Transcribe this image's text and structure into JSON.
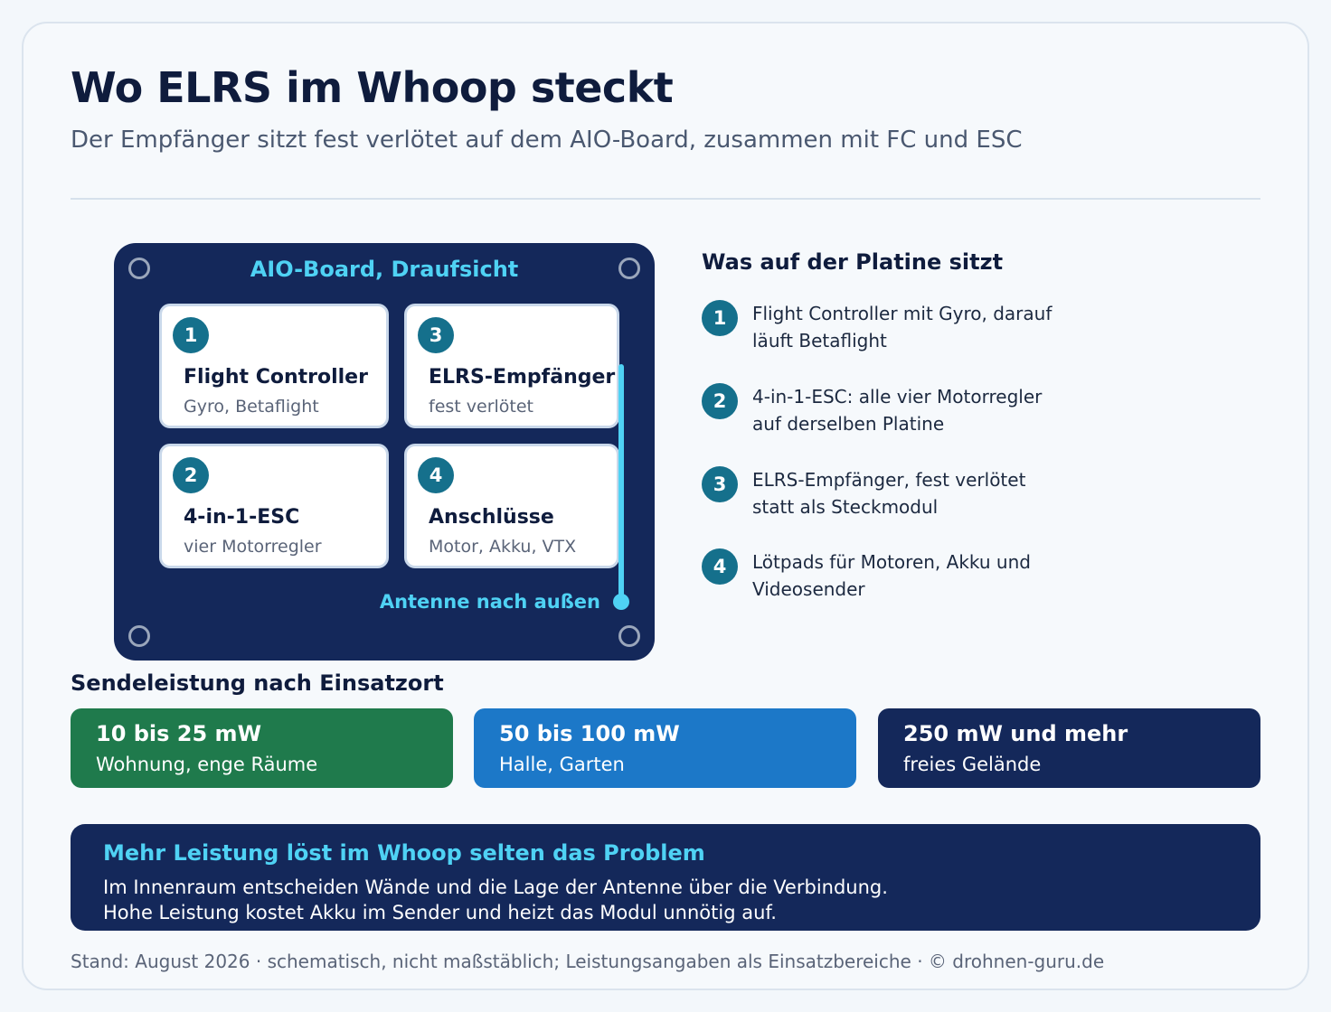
{
  "header": {
    "title": "Wo ELRS im Whoop steckt",
    "subtitle": "Der Empfänger sitzt fest verlötet auf dem AIO-Board, zusammen mit FC und ESC"
  },
  "board": {
    "title": "AIO-Board, Draufsicht",
    "modules": [
      {
        "number": "1",
        "title": "Flight Controller",
        "subtitle": "Gyro, Betaflight"
      },
      {
        "number": "3",
        "title": "ELRS-Empfänger",
        "subtitle": "fest verlötet"
      },
      {
        "number": "2",
        "title": "4-in-1-ESC",
        "subtitle": "vier Motorregler"
      },
      {
        "number": "4",
        "title": "Anschlüsse",
        "subtitle": "Motor, Akku, VTX"
      }
    ],
    "antenna_label": "Antenne nach außen"
  },
  "legend": {
    "title": "Was auf der Platine sitzt",
    "items": [
      {
        "number": "1",
        "line1": "Flight Controller mit Gyro, darauf",
        "line2": "läuft Betaflight"
      },
      {
        "number": "2",
        "line1": "4-in-1-ESC: alle vier Motorregler",
        "line2": "auf derselben Platine"
      },
      {
        "number": "3",
        "line1": "ELRS-Empfänger, fest verlötet",
        "line2": "statt als Steckmodul"
      },
      {
        "number": "4",
        "line1": "Lötpads für Motoren, Akku und",
        "line2": "Videosender"
      }
    ]
  },
  "power": {
    "title": "Sendeleistung nach Einsatzort",
    "tiles": [
      {
        "value": "10 bis 25 mW",
        "place": "Wohnung, enge Räume",
        "color": "#1f7a4c"
      },
      {
        "value": "50 bis 100 mW",
        "place": "Halle, Garten",
        "color": "#1c78c8"
      },
      {
        "value": "250 mW und mehr",
        "place": "freies Gelände",
        "color": "#14285a"
      }
    ]
  },
  "note": {
    "title": "Mehr Leistung löst im Whoop selten das Problem",
    "line1": "Im Innenraum entscheiden Wände und die Lage der Antenne über die Verbindung.",
    "line2": "Hohe Leistung kostet Akku im Sender und heizt das Modul unnötig auf."
  },
  "footer": "Stand: August 2026 · schematisch, nicht maßstäblich; Leistungsangaben als Einsatzbereiche · © drohnen-guru.de",
  "colors": {
    "accent_cyan": "#4fd2f4",
    "board_navy": "#14285a",
    "badge_teal": "#15708c"
  }
}
